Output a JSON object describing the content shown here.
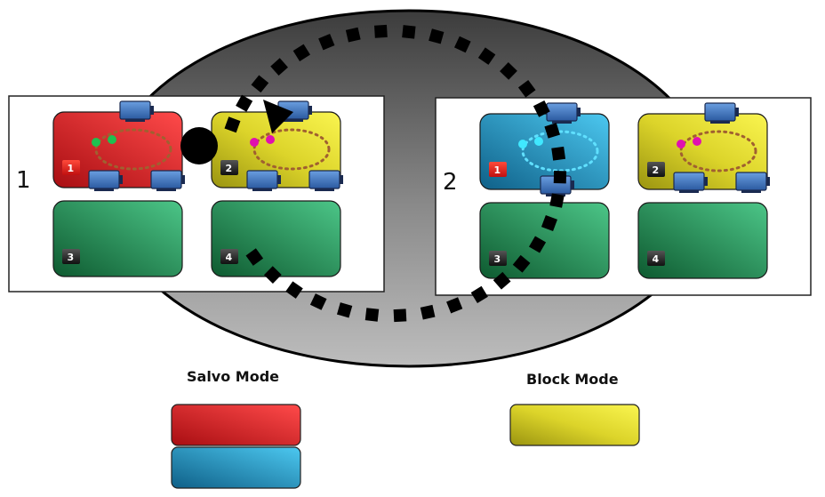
{
  "title": "Salvo vs Block mode rack diagram",
  "panels": [
    {
      "label": "1",
      "blocks": [
        {
          "number": "1",
          "mode": "salvo",
          "fill": "red",
          "badge": "red",
          "dots": "green",
          "loop": "brown",
          "cameras": [
            "top",
            "bottom-left",
            "bottom-right"
          ]
        },
        {
          "number": "2",
          "mode": "block",
          "fill": "yellow",
          "badge": "dark",
          "dots": "magenta",
          "loop": "brown",
          "cameras": [
            "top",
            "bottom-left",
            "bottom-right"
          ]
        },
        {
          "number": "3",
          "mode": "idle",
          "fill": "green",
          "badge": "dark"
        },
        {
          "number": "4",
          "mode": "idle",
          "fill": "green",
          "badge": "dark"
        }
      ]
    },
    {
      "label": "2",
      "blocks": [
        {
          "number": "1",
          "mode": "salvo",
          "fill": "blue",
          "badge": "red",
          "dots": "cyan",
          "loop": "cyan",
          "cameras": [
            "top",
            "bottom"
          ]
        },
        {
          "number": "2",
          "mode": "block",
          "fill": "yellow",
          "badge": "dark",
          "dots": "magenta",
          "loop": "brown",
          "cameras": [
            "top",
            "bottom-left",
            "bottom-right"
          ]
        },
        {
          "number": "3",
          "mode": "idle",
          "fill": "green",
          "badge": "dark"
        },
        {
          "number": "4",
          "mode": "idle",
          "fill": "green",
          "badge": "dark"
        }
      ]
    }
  ],
  "legend": {
    "salvo": {
      "title": "Salvo Mode",
      "swatches": [
        "red",
        "blue"
      ]
    },
    "block": {
      "title": "Block Mode",
      "swatches": [
        "yellow"
      ]
    }
  },
  "colors": {
    "red": "#d8262a",
    "blue": "#2a9ccc",
    "yellow": "#e8e02a",
    "green": "#2e9a5c",
    "camera": "#3f74c0",
    "disc_top": "#3a3a3a",
    "disc_bottom": "#b0b0b0"
  }
}
